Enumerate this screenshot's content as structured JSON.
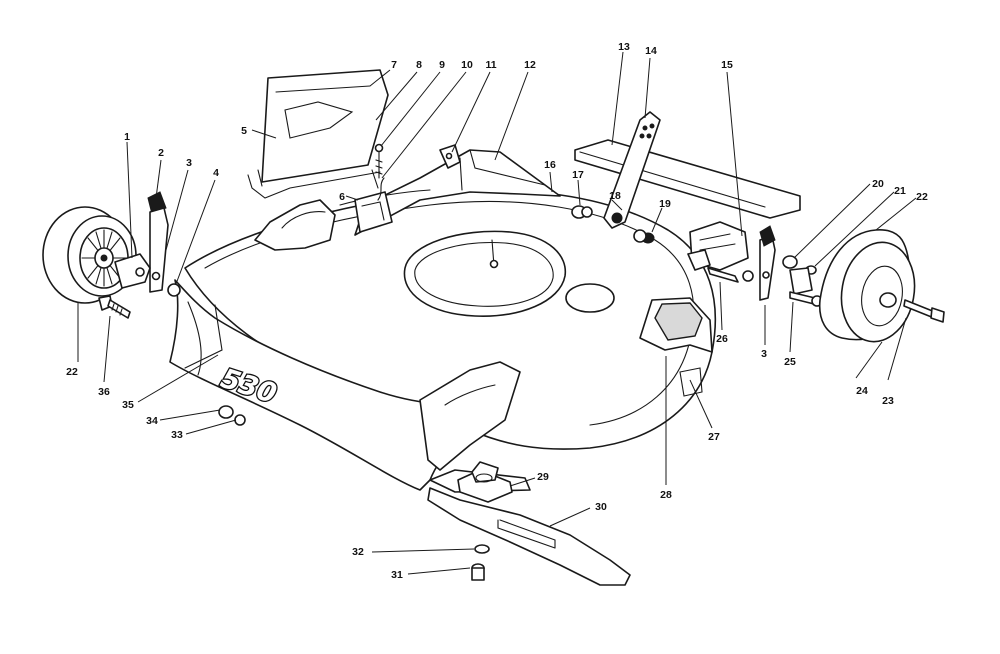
{
  "decal_text": "530",
  "callouts": [
    {
      "id": "c1",
      "label": "1"
    },
    {
      "id": "c2",
      "label": "2"
    },
    {
      "id": "c3a",
      "label": "3"
    },
    {
      "id": "c3b",
      "label": "3"
    },
    {
      "id": "c4",
      "label": "4"
    },
    {
      "id": "c5",
      "label": "5"
    },
    {
      "id": "c6",
      "label": "6"
    },
    {
      "id": "c7",
      "label": "7"
    },
    {
      "id": "c8",
      "label": "8"
    },
    {
      "id": "c9",
      "label": "9"
    },
    {
      "id": "c10",
      "label": "10"
    },
    {
      "id": "c11",
      "label": "11"
    },
    {
      "id": "c12",
      "label": "12"
    },
    {
      "id": "c13",
      "label": "13"
    },
    {
      "id": "c14",
      "label": "14"
    },
    {
      "id": "c15",
      "label": "15"
    },
    {
      "id": "c16",
      "label": "16"
    },
    {
      "id": "c17",
      "label": "17"
    },
    {
      "id": "c18",
      "label": "18"
    },
    {
      "id": "c19",
      "label": "19"
    },
    {
      "id": "c20",
      "label": "20"
    },
    {
      "id": "c21",
      "label": "21"
    },
    {
      "id": "c22a",
      "label": "22"
    },
    {
      "id": "c22b",
      "label": "22"
    },
    {
      "id": "c23",
      "label": "23"
    },
    {
      "id": "c24",
      "label": "24"
    },
    {
      "id": "c25",
      "label": "25"
    },
    {
      "id": "c26",
      "label": "26"
    },
    {
      "id": "c27",
      "label": "27"
    },
    {
      "id": "c28",
      "label": "28"
    },
    {
      "id": "c29",
      "label": "29"
    },
    {
      "id": "c30",
      "label": "30"
    },
    {
      "id": "c31",
      "label": "31"
    },
    {
      "id": "c32",
      "label": "32"
    },
    {
      "id": "c33",
      "label": "33"
    },
    {
      "id": "c34",
      "label": "34"
    },
    {
      "id": "c35",
      "label": "35"
    },
    {
      "id": "c36",
      "label": "36"
    }
  ]
}
